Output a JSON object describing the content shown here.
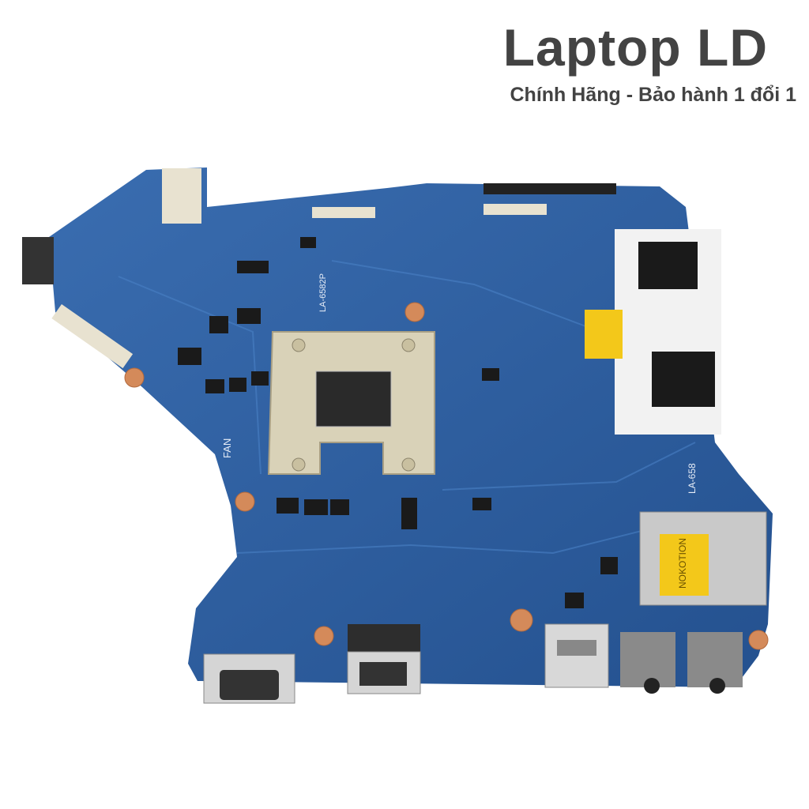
{
  "brand": {
    "title": "Laptop LD",
    "subtitle": "Chính Hãng - Bảo hành 1 đổi 1"
  },
  "board_labels": {
    "model": "LA-6582P",
    "model_short": "LA-658",
    "fan": "FAN",
    "card_reader_sticker": "NOKOTION"
  },
  "colors": {
    "pcb": "#2f5f9e",
    "pcb_dark": "#1f4680",
    "text": "#434343",
    "heatsink_plate": "#d9d2b8",
    "sticker": "#f3c81a"
  }
}
